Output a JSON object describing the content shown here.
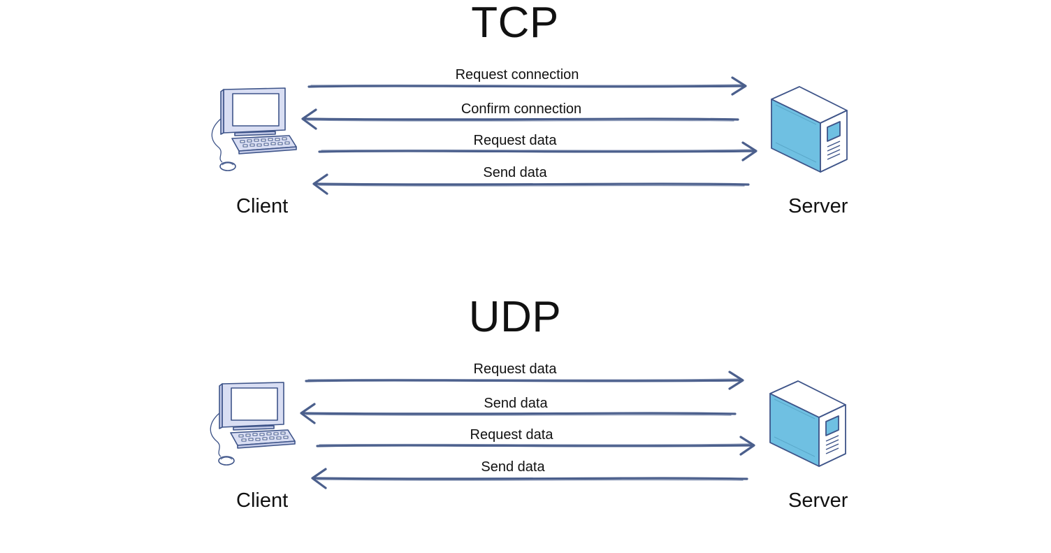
{
  "tcp": {
    "title": "TCP",
    "client_label": "Client",
    "server_label": "Server",
    "messages": [
      {
        "label": "Request connection",
        "direction": "client-to-server"
      },
      {
        "label": "Confirm connection",
        "direction": "server-to-client"
      },
      {
        "label": "Request data",
        "direction": "client-to-server"
      },
      {
        "label": "Send data",
        "direction": "server-to-client"
      }
    ]
  },
  "udp": {
    "title": "UDP",
    "client_label": "Client",
    "server_label": "Server",
    "messages": [
      {
        "label": "Request data",
        "direction": "client-to-server"
      },
      {
        "label": "Send data",
        "direction": "server-to-client"
      },
      {
        "label": "Request data",
        "direction": "client-to-server"
      },
      {
        "label": "Send data",
        "direction": "server-to-client"
      }
    ]
  },
  "icons": {
    "client": "desktop-computer-icon",
    "server": "server-tower-icon"
  },
  "colors": {
    "arrow": "#4b5f8c",
    "icon_outline": "#3e5489",
    "monitor_body": "#d9def3",
    "server_front": "#6fc0e2",
    "server_side": "#ffffff"
  }
}
